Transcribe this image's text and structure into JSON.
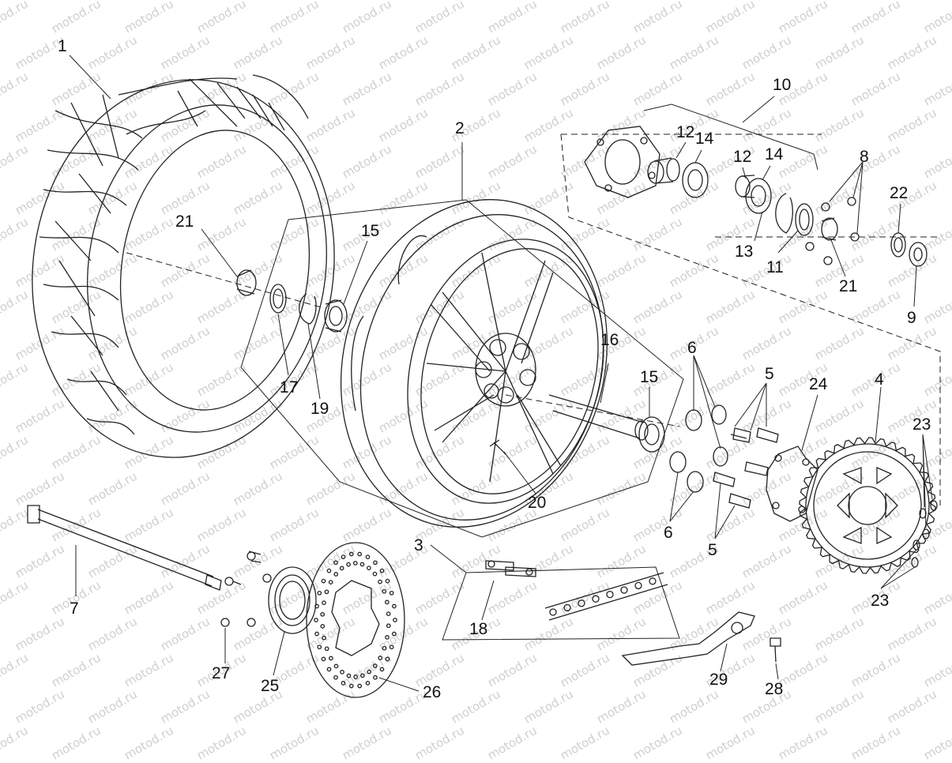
{
  "watermark": {
    "text": "motod.ru"
  },
  "diagram": {
    "callouts": {
      "c1": "1",
      "c2": "2",
      "c3": "3",
      "c4": "4",
      "c5a": "5",
      "c5b": "5",
      "c6a": "6",
      "c6b": "6",
      "c7": "7",
      "c8": "8",
      "c9": "9",
      "c10": "10",
      "c11": "11",
      "c12a": "12",
      "c12b": "12",
      "c13": "13",
      "c14a": "14",
      "c14b": "14",
      "c15a": "15",
      "c15b": "15",
      "c16": "16",
      "c17": "17",
      "c18": "18",
      "c19": "19",
      "c20": "20",
      "c21a": "21",
      "c21b": "21",
      "c22": "22",
      "c23a": "23",
      "c23b": "23",
      "c24": "24",
      "c25": "25",
      "c26": "26",
      "c27": "27",
      "c28": "28",
      "c29": "29"
    }
  }
}
